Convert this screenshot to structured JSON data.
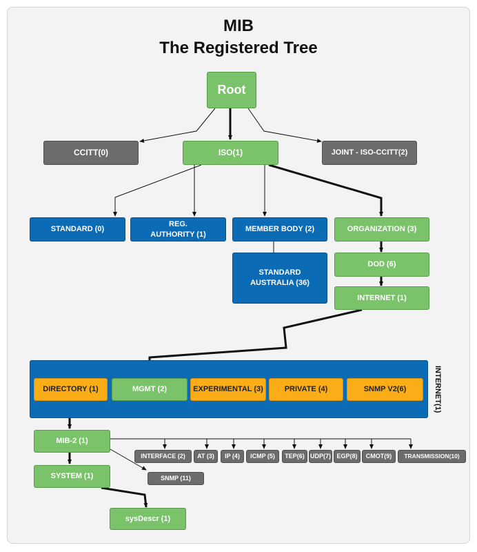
{
  "title": {
    "line1": "MIB",
    "line2": "The Registered Tree"
  },
  "nodes": {
    "root": "Root",
    "ccitt": "CCITT(0)",
    "iso": "ISO(1)",
    "joint": "JOINT - ISO-CCITT(2)",
    "standard": "STANDARD (0)",
    "reg_authority": "REG. AUTHORITY (1)",
    "member_body": "MEMBER BODY (2)",
    "organization": "ORGANIZATION (3)",
    "standard_australia": "STANDARD AUSTRALIA (36)",
    "dod": "DOD (6)",
    "internet": "INTERNET (1)",
    "directory": "DIRECTORY (1)",
    "mgmt": "MGMT (2)",
    "experimental": "EXPERIMENTAL (3)",
    "private": "PRIVATE (4)",
    "snmpv2": "SNMP V2(6)",
    "internet_vertical": "INTERNET(1)",
    "mib2": "MIB-2 (1)",
    "system": "SYSTEM (1)",
    "sysdescr": "sysDescr (1)",
    "snmp": "SNMP (11)",
    "interface": "INTERFACE (2)",
    "at": "AT (3)",
    "ip": "IP (4)",
    "icmp": "ICMP (5)",
    "tep": "TEP(6)",
    "udp": "UDP(7)",
    "egp": "EGP(8)",
    "cmot": "CMOT(9)",
    "transmission": "TRANSMISSION(10)"
  },
  "colors": {
    "green": "#7ac36a",
    "blue": "#0b6bb5",
    "gray": "#6c6c6c",
    "orange": "#fbad18"
  }
}
